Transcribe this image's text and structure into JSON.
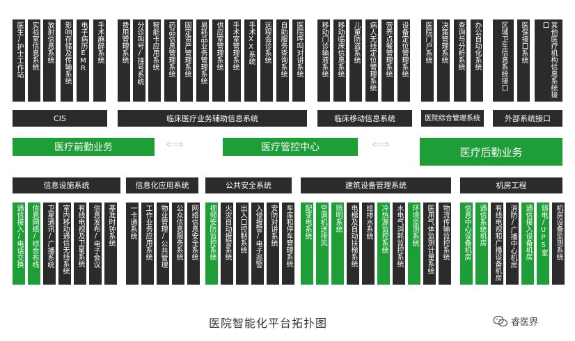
{
  "top_columns": [
    "医生/护士工作站",
    "实验室信息系统",
    "放射信息系统",
    "影响存储及传输系统",
    "电子病历EMR",
    "手术麻醉系统",
    "费用管理系统",
    "分诊叫号/挂号系统",
    "智能卡应用系统",
    "药品信息管理系统",
    "固定资产管理系统",
    "易耗品业务管理系统",
    "供应室管理系统",
    "手术室管理系统",
    "手术XX系统",
    "远程会诊系统",
    "自助服务查询系统",
    "医院呼叫对讲系统",
    "移动门诊输液系统",
    "移动临床信息系统",
    "儿童防盗系统",
    "病人无线定位管理系统",
    "营养点餐管理系统",
    "设备定位管理系统",
    "医院门户系统",
    "决策管理系统",
    "查询与分析系统",
    "办公自动化系统",
    "区域卫生信息系统接口",
    "医保接口系统",
    "其他医疗机构信息系统接口"
  ],
  "top_categories": [
    "CIS",
    "临床医疗业务辅助信息系统",
    "临床移动信息系统",
    "医院综合管理系统",
    "外部系统接口"
  ],
  "middle": {
    "left": "医疗前勤业务",
    "center": "医疗管控中心",
    "right": "医疗后勤业务"
  },
  "bottom_categories": [
    "信息设施系统",
    "信息化应用系统",
    "公共安全系统",
    "建筑设备管理系统",
    "机房工程"
  ],
  "bottom_columns": [
    "通信接入/电话交换",
    "信息网络/综合布线",
    "卫星通讯/广播系统",
    "室内移动通信无线系统",
    "有线电视及卫星系统",
    "信息发布/电子会议",
    "基准时钟系统",
    "一卡通系统",
    "工作业务应用系统",
    "物业管理/公共管理",
    "公众信息服务系统",
    "网络信息安全系统",
    "视频安防监控系统",
    "火灾自动报警系统",
    "出入口控制系统",
    "入侵报警/电子巡警",
    "安防对讲系统",
    "车库和停车管理系统",
    "配变电系统",
    "空调机送排风",
    "照明系统",
    "电梯及自动扶梯系统",
    "给排水系统",
    "冷热源监控系统",
    "水电气消耗监控系统",
    "环境监测系统",
    "医用气体监测计量系统",
    "物流传输监控系统",
    "信息中心设备机房",
    "通信系统机房",
    "有线电视和广播设备机房",
    "消防/广播中心机房",
    "通信接入设备机房",
    "弱电/UPS室",
    "机房设备监测系统"
  ],
  "caption": "医院智能化平台拓扑图",
  "watermark": "睿医界",
  "colors": {
    "dark": "#2b2b2b",
    "green": "#1e9e37",
    "arrow": "#d7d7d7"
  },
  "icons": [
    "double-arrow-icon",
    "wechat-icon"
  ]
}
